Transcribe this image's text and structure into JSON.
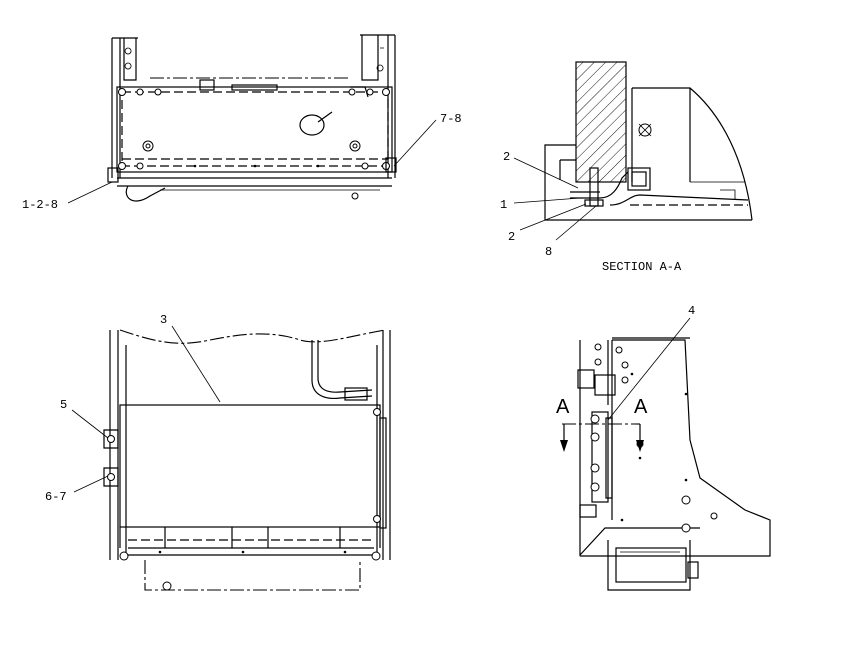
{
  "callouts": {
    "top_left_a": "1-2-8",
    "top_left_b": "7-8",
    "section_2a": "2",
    "section_1": "1",
    "section_2b": "2",
    "section_8": "8",
    "bottom_left_3": "3",
    "bottom_left_5": "5",
    "bottom_left_67": "6-7",
    "bottom_right_4": "4"
  },
  "section_title": "SECTION A-A",
  "section_marker_left": "A",
  "section_marker_right": "A"
}
